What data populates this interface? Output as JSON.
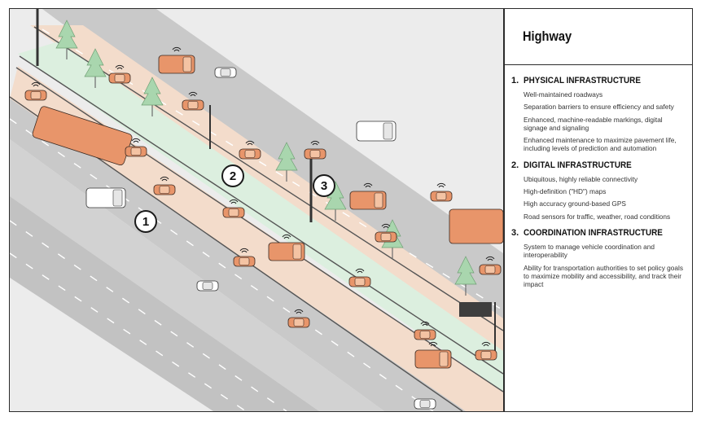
{
  "panel": {
    "title": "Highway",
    "sections": [
      {
        "number": "1.",
        "heading": "PHYSICAL INFRASTRUCTURE",
        "items": [
          "Well-maintained roadways",
          "Separation barriers to ensure efficiency and safety",
          "Enhanced, machine-readable markings, digital signage and signaling",
          "Enhanced maintenance to maximize pavement life, including levels of prediction and automation"
        ]
      },
      {
        "number": "2.",
        "heading": "DIGITAL INFRASTRUCTURE",
        "items": [
          "Ubiquitous, highly reliable connectivity",
          "High-definition (\"HD\") maps",
          "High accuracy ground-based GPS",
          "Road sensors for traffic, weather, road conditions"
        ]
      },
      {
        "number": "3.",
        "heading": "COORDINATION INFRASTRUCTURE",
        "items": [
          "System to manage vehicle coordination and interoperability",
          "Ability for transportation authorities to set policy goals to maximize mobility and accessibility, and track their impact"
        ]
      }
    ]
  },
  "illustration": {
    "markers": [
      "1",
      "2",
      "3"
    ],
    "colors": {
      "road": "#c9c9c9",
      "connected_lane": "#f3dccb",
      "median": "#dcefdf",
      "connected_vehicle": "#e8956a",
      "regular_vehicle": "#ffffff",
      "tree": "#a9d6ae"
    },
    "icons": [
      "connected-car-icon",
      "wifi-signal-icon",
      "tree-icon",
      "sign-gantry-icon",
      "bus-icon",
      "van-icon"
    ]
  }
}
